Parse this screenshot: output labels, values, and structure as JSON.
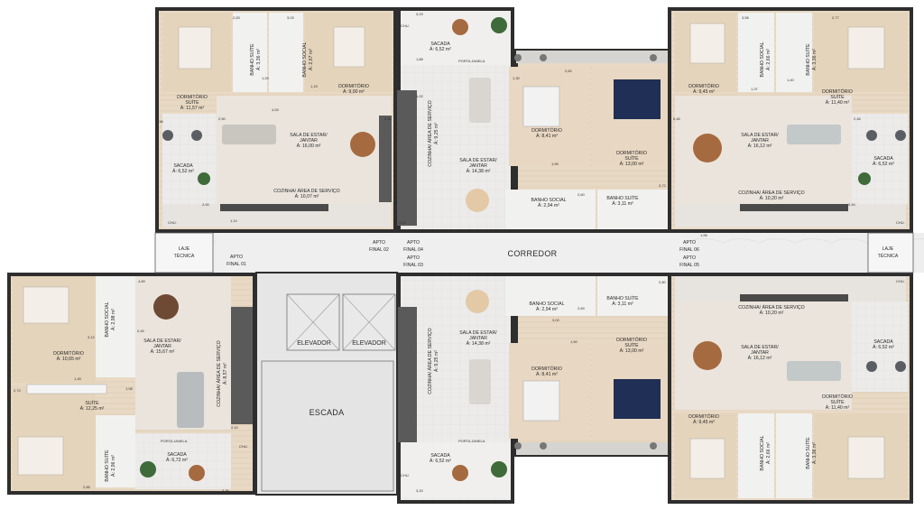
{
  "core": {
    "corridor": "CORREDOR",
    "elevator_label": "ELEVADOR",
    "stair": "ESCADA",
    "laje_left": [
      "LAJE",
      "TÉCNICA"
    ],
    "laje_right": [
      "LAJE",
      "TÉCNICA"
    ]
  },
  "apto_tags": {
    "a01": [
      "APTO",
      "FINAL 01"
    ],
    "a02": [
      "APTO",
      "FINAL 02"
    ],
    "a04": [
      "APTO",
      "FINAL 04"
    ],
    "a03": [
      "APTO",
      "FINAL 03"
    ],
    "a06": [
      "APTO",
      "FINAL 06"
    ],
    "a05": [
      "APTO",
      "FINAL 05"
    ]
  },
  "labels": {
    "chu": "CHU.",
    "porta_janela": "PORTA JANELA"
  },
  "rooms": {
    "ul_dorm_suite": [
      "DORMITÓRIO",
      "SUÍTE",
      "Á: 11,57 m²"
    ],
    "ul_banho_suite": [
      "BANHO SUÍTE",
      "Á: 3,36 m²"
    ],
    "ul_banho_social": [
      "BANHO SOCIAL",
      "Á: 2,67 m²"
    ],
    "ul_dorm": [
      "DORMITÓRIO",
      "Á: 9,00 m²"
    ],
    "ul_sala": [
      "SALA DE ESTAR/",
      "JANTAR",
      "Á: 16,00 m²"
    ],
    "ul_sacada": [
      "SACADA",
      "Á: 6,52 m²"
    ],
    "ul_cozinha": [
      "COZINHA/ ÁREA DE SERVIÇO",
      "Á: 10,07 m²"
    ],
    "tc_sacada": [
      "SACADA",
      "Á: 6,52 m²"
    ],
    "tc_cozinha": [
      "COZINHA/ ÁREA DE SERVIÇO",
      "Á: 9,25 m²"
    ],
    "tc_sala": [
      "SALA DE ESTAR/",
      "JANTAR",
      "Á: 14,38 m²"
    ],
    "tc_dorm": [
      "DORMITÓRIO",
      "Á: 8,41 m²"
    ],
    "tc_dorm_suite": [
      "DORMITÓRIO",
      "SUÍTE",
      "Á: 13,00 m²"
    ],
    "tc_banho_social": [
      "BANHO SOCIAL",
      "Á: 2,94 m²"
    ],
    "tc_banho_suite": [
      "BANHO SUÍTE",
      "Á: 3,11 m²"
    ],
    "ur_dorm": [
      "DORMITÓRIO",
      "Á: 9,45 m²"
    ],
    "ur_banho_social": [
      "BANHO SOCIAL",
      "Á: 2,66 m²"
    ],
    "ur_banho_suite": [
      "BANHO SUÍTE",
      "Á: 3,36 m²"
    ],
    "ur_dorm_suite": [
      "DORMITÓRIO",
      "SUÍTE",
      "Á: 11,40 m²"
    ],
    "ur_sala": [
      "SALA DE ESTAR/",
      "JANTAR",
      "Á: 16,12 m²"
    ],
    "ur_sacada": [
      "SACADA",
      "Á: 6,52 m²"
    ],
    "ur_cozinha": [
      "COZINHA/ ÁREA DE SERVIÇO",
      "Á: 10,20 m²"
    ],
    "bc_banho_social": [
      "BANHO SOCIAL",
      "Á: 2,94 m²"
    ],
    "bc_banho_suite": [
      "BANHO SUÍTE",
      "Á: 3,11 m²"
    ],
    "bc_sala": [
      "SALA DE ESTAR/",
      "JANTAR",
      "Á: 14,38 m²"
    ],
    "bc_cozinha": [
      "COZINHA/ ÁREA DE SERVIÇO",
      "Á: 9,25 m²"
    ],
    "bc_dorm": [
      "DORMITÓRIO",
      "Á: 8,41 m²"
    ],
    "bc_dorm_suite": [
      "DORMITÓRIO",
      "SUÍTE",
      "Á: 13,00 m²"
    ],
    "bc_sacada": [
      "SACADA",
      "Á: 6,52 m²"
    ],
    "br_cozinha": [
      "COZINHA/ ÁREA DE SERVIÇO",
      "Á: 10,20 m²"
    ],
    "br_sala": [
      "SALA DE ESTAR/",
      "JANTAR",
      "Á: 16,12 m²"
    ],
    "br_sacada": [
      "SACADA",
      "Á: 6,52 m²"
    ],
    "br_dorm": [
      "DORMITÓRIO",
      "Á: 9,45 m²"
    ],
    "br_banho_social": [
      "BANHO SOCIAL",
      "Á: 2,66 m²"
    ],
    "br_banho_suite": [
      "BANHO SUÍTE",
      "Á: 3,36 m²"
    ],
    "br_dorm_suite": [
      "DORMITÓRIO",
      "SUÍTE",
      "Á: 11,40 m²"
    ],
    "bl_banho_social": [
      "BANHO SOCIAL",
      "Á: 2,98 m²"
    ],
    "bl_dorm": [
      "DORMITÓRIO",
      "Á: 10,65 m²"
    ],
    "bl_sala": [
      "SALA DE ESTAR/",
      "JANTAR",
      "Á: 15,67 m²"
    ],
    "bl_cozinha": [
      "COZINHA/ ÁREA DE SERVIÇO",
      "Á: 8,57 m²"
    ],
    "bl_suite": [
      "SUÍTE",
      "Á: 12,25 m²"
    ],
    "bl_banho_suite": [
      "BANHO SUÍTE",
      "Á: 2,96 m²"
    ],
    "bl_sacada": [
      "SACADA",
      "Á: 6,72 m²"
    ]
  },
  "dimensions": {
    "d1": "2,83",
    "d2": "1,20",
    "d3": "3,03",
    "d4": "1,15",
    "d5": "4,53",
    "d6": "1,38",
    "d7": "2,50",
    "d8": "6,40",
    "d9": "2,00",
    "d10": "1,10",
    "d11": "3,29",
    "d12": "1,88",
    "d13": "1,30",
    "d14": "2,82",
    "d15": "3,72",
    "d16": "1,95",
    "d17": "3,02",
    "d18": "2,60",
    "d19": "3,00",
    "d20": "1,55",
    "d21": "4,89",
    "d22": "2,74",
    "d23": "1,45",
    "d24": "3,36",
    "d25": "2,85",
    "d26": "2,10",
    "d27": "3,20",
    "d28": "0,45",
    "d29": "3,12",
    "d30": "1,40",
    "d31": "1,08",
    "d32": "1,02",
    "d33": "2,69",
    "d34": "2,80",
    "d35": "1,50",
    "d36": "6,46",
    "d37": "2,46",
    "d38": "1,37",
    "d39": "2,77",
    "d40": "0,40",
    "d41": "3,58"
  }
}
